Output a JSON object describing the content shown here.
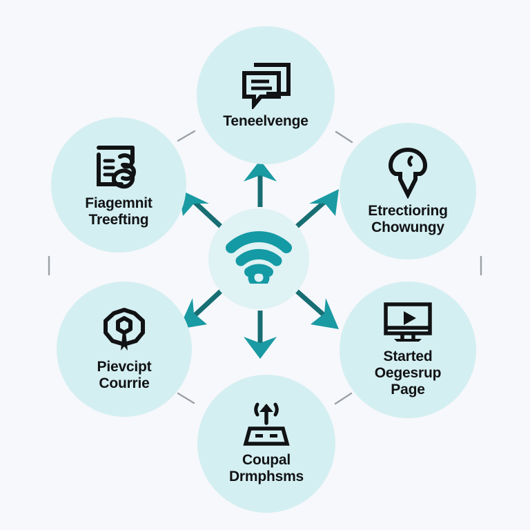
{
  "diagram": {
    "type": "hub-and-spoke",
    "title_visible": false,
    "background_color": "#f7f8fc",
    "node_fill_color": "#d4eff1",
    "hub_fill_color": "#dff2f4",
    "arrow_shaft_color": "#176e73",
    "arrow_head_color": "#1a9aa2",
    "icon_color": "#111214",
    "hub_icon_color": "#149aa4",
    "connector_color": "#9aa0a6",
    "label_color": "#111214",
    "hub": {
      "icon": "wifi-icon",
      "label": ""
    },
    "nodes": [
      {
        "id": "top",
        "position": "top",
        "icon": "chat-bubbles-icon",
        "label": "Teneelvenge"
      },
      {
        "id": "right",
        "position": "top-right",
        "icon": "location-pin-down-arrow-icon",
        "label": "Etrectioring\nChowungy"
      },
      {
        "id": "bright",
        "position": "bottom-right",
        "icon": "monitor-video-play-icon",
        "label": "Started\nOegesrup\nPage"
      },
      {
        "id": "bottom",
        "position": "bottom",
        "icon": "router-upload-icon",
        "label": "Coupal\nDrmphsms"
      },
      {
        "id": "bleft",
        "position": "bottom-left",
        "icon": "award-badge-icon",
        "label": "Pievcipt\nCourrie"
      },
      {
        "id": "left",
        "position": "top-left",
        "icon": "document-hand-icon",
        "label": "Fiagemnit\nTreefting"
      }
    ],
    "arrows": [
      {
        "from": "hub",
        "to": "top",
        "direction": "up"
      },
      {
        "from": "hub",
        "to": "right",
        "direction": "up-right"
      },
      {
        "from": "hub",
        "to": "bright",
        "direction": "down-right"
      },
      {
        "from": "hub",
        "to": "bottom",
        "direction": "down"
      },
      {
        "from": "hub",
        "to": "bleft",
        "direction": "down-left"
      },
      {
        "from": "hub",
        "to": "left",
        "direction": "up-left"
      }
    ],
    "connectors": [
      {
        "between": [
          "top",
          "left"
        ],
        "style": "short-dash"
      },
      {
        "between": [
          "top",
          "right"
        ],
        "style": "short-dash"
      },
      {
        "between": [
          "right",
          "bright"
        ],
        "style": "short-dash"
      },
      {
        "between": [
          "bright",
          "bottom"
        ],
        "style": "short-dash"
      },
      {
        "between": [
          "bottom",
          "bleft"
        ],
        "style": "short-dash"
      },
      {
        "between": [
          "bleft",
          "left"
        ],
        "style": "short-dash"
      }
    ]
  }
}
